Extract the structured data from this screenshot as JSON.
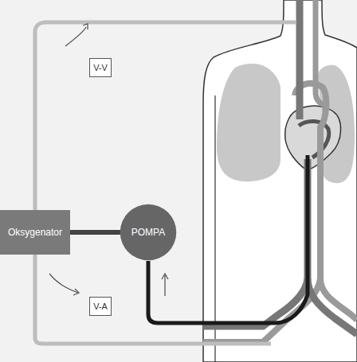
{
  "diagram": {
    "nodes": [
      {
        "text": [
          "Oksygenator"
        ]
      },
      {
        "text": [
          "POMPA"
        ]
      },
      {
        "text": [
          "V-V"
        ]
      },
      {
        "text": [
          "V-A"
        ]
      }
    ],
    "edges": [
      {
        "from": 0,
        "to": 1,
        "arrow": "none"
      }
    ]
  }
}
